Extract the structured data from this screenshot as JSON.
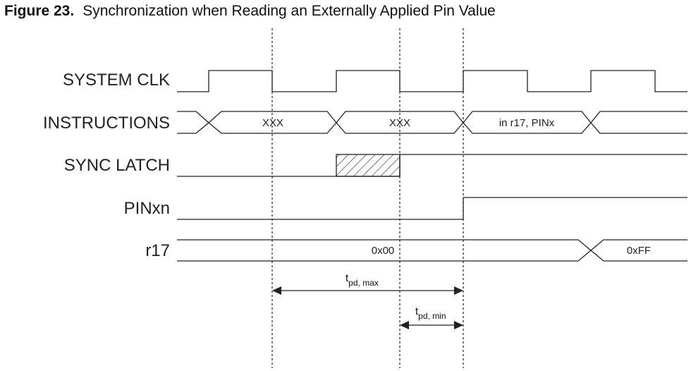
{
  "figure": {
    "number": "Figure 23.",
    "caption": "Synchronization when Reading an Externally Applied Pin Value"
  },
  "signals": {
    "system_clk": "SYSTEM CLK",
    "instructions": "INSTRUCTIONS",
    "sync_latch": "SYNC LATCH",
    "pinxn": "PINxn",
    "r17": "r17"
  },
  "bus_values": {
    "instr_1": "XXX",
    "instr_2": "XXX",
    "instr_3": "in r17, PINx",
    "r17_before": "0x00",
    "r17_after": "0xFF"
  },
  "timing": {
    "tpd_max_main": "t",
    "tpd_max_sub": "pd, max",
    "tpd_min_main": "t",
    "tpd_min_sub": "pd, min"
  }
}
